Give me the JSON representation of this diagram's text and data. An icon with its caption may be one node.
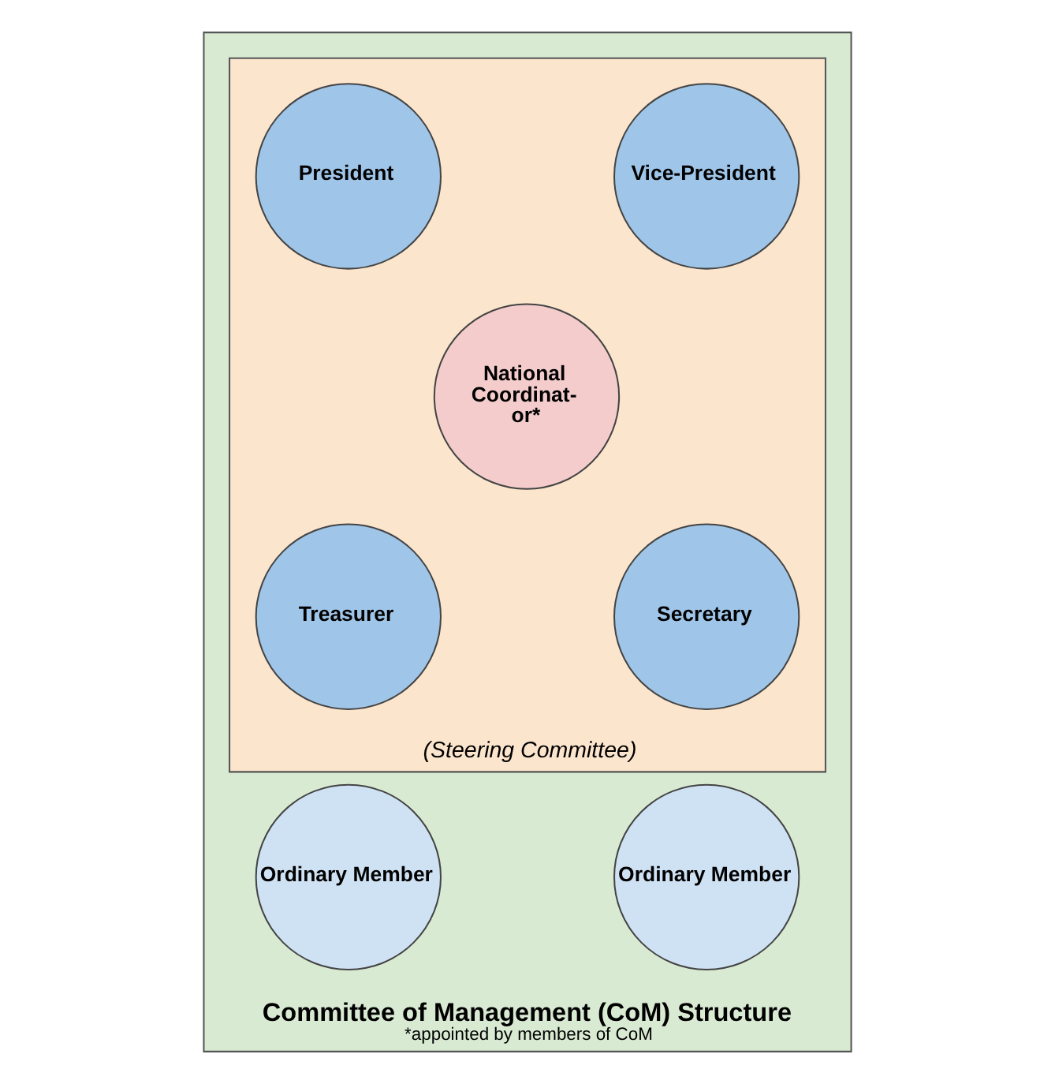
{
  "diagram": {
    "nodes": [
      {
        "text": [
          "Committee of Management (CoM) Structure",
          "*appointed by members of CoM"
        ]
      },
      {
        "text": [
          "(Steering Committee)"
        ],
        "in": 0
      },
      {
        "text": [
          "President"
        ],
        "in": 1
      },
      {
        "text": [
          "Vice-President"
        ],
        "in": 1
      },
      {
        "text": [
          "National Coordinat- or*"
        ],
        "in": 1
      },
      {
        "text": [
          "Treasurer"
        ],
        "in": 1
      },
      {
        "text": [
          "Secretary"
        ],
        "in": 1
      },
      {
        "text": [
          "Ordinary Member"
        ],
        "in": 0
      },
      {
        "text": [
          "Ordinary Member"
        ],
        "in": 0
      }
    ],
    "edges": []
  }
}
